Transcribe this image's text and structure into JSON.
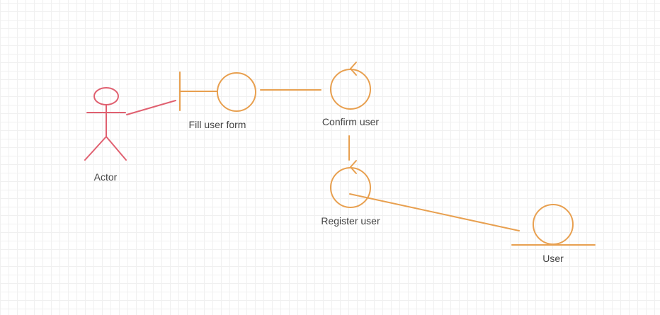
{
  "colors": {
    "actor": "#e06070",
    "element": "#e8a050",
    "grid": "#f0f0f0",
    "label": "#444444"
  },
  "nodes": {
    "actor": {
      "label": "Actor",
      "type": "actor"
    },
    "fill_user_form": {
      "label": "Fill user form",
      "type": "boundary"
    },
    "confirm_user": {
      "label": "Confirm user",
      "type": "control"
    },
    "register_user": {
      "label": "Register user",
      "type": "control"
    },
    "user": {
      "label": "User",
      "type": "entity"
    }
  },
  "edges": [
    {
      "from": "actor",
      "to": "fill_user_form"
    },
    {
      "from": "fill_user_form",
      "to": "confirm_user"
    },
    {
      "from": "confirm_user",
      "to": "register_user"
    },
    {
      "from": "register_user",
      "to": "user"
    }
  ]
}
